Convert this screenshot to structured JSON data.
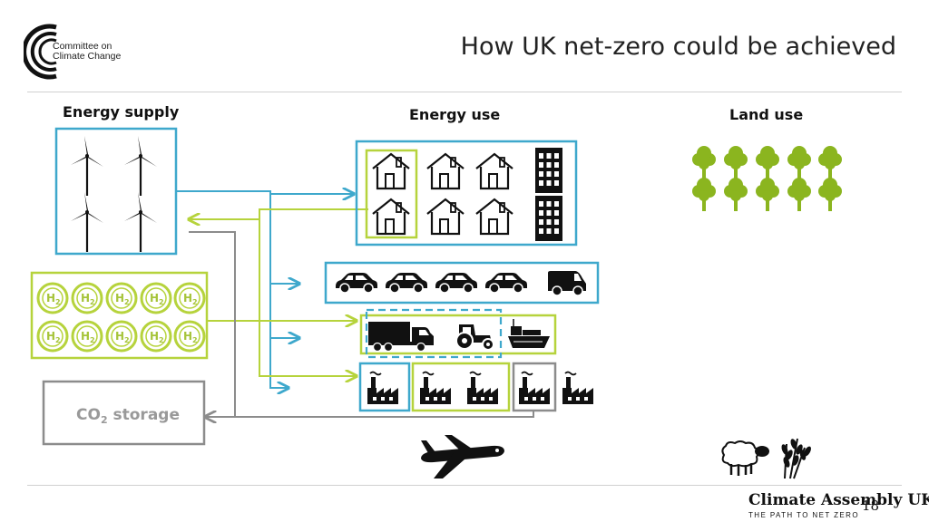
{
  "header": {
    "logo_line1": "Committee on",
    "logo_line2": "Climate Change",
    "title": "How UK net-zero could be achieved"
  },
  "sections": {
    "energy_supply": "Energy supply",
    "energy_use": "Energy use",
    "land_use": "Land use"
  },
  "storage": {
    "label_prefix": "CO",
    "label_sub": "2",
    "label_suffix": " storage"
  },
  "hydrogen": {
    "symbol": "H",
    "subscript": "2"
  },
  "footer": {
    "brand": "Climate Assembly UK",
    "tagline": "THE PATH TO NET ZERO",
    "page_number": "18"
  },
  "colors": {
    "blue": "#3ea8cc",
    "green": "#b6d33c",
    "gray": "#8c8c8c",
    "tree": "#8bb51f"
  },
  "icons": {
    "supply": [
      "wind-turbine-icon",
      "hydrogen-icon"
    ],
    "buildings": [
      "house-icon",
      "office-building-icon"
    ],
    "transport": [
      "car-icon",
      "van-icon",
      "lorry-icon",
      "tractor-icon",
      "ship-icon",
      "aeroplane-icon"
    ],
    "industry": [
      "factory-icon"
    ],
    "land": [
      "tree-icon",
      "sheep-icon",
      "wheat-icon"
    ]
  }
}
